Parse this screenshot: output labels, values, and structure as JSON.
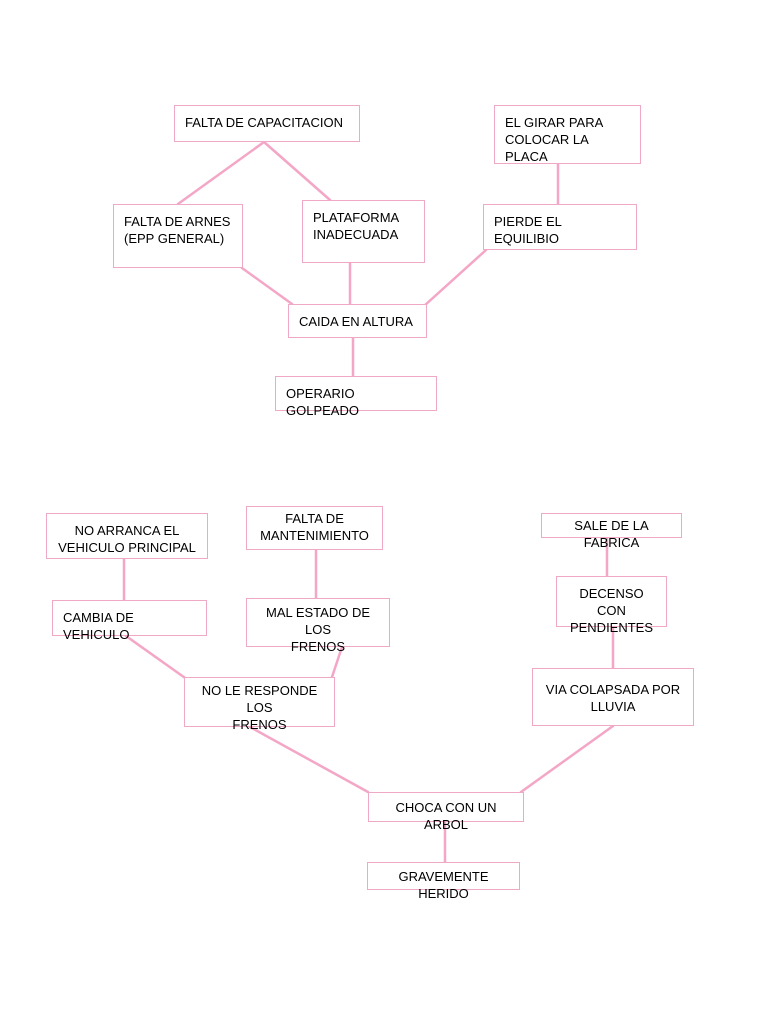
{
  "diagram1": {
    "nodes": {
      "falta_capacitacion": "FALTA DE CAPACITACION",
      "el_girar": "EL GIRAR PARA\nCOLOCAR LA PLACA",
      "falta_arnes": "FALTA DE ARNES\n(EPP GENERAL)",
      "plataforma": "PLATAFORMA\nINADECUADA",
      "pierde_equilibrio": "PIERDE EL EQUILIBIO",
      "caida_altura": "CAIDA EN ALTURA",
      "operario_golpeado": "OPERARIO GOLPEADO"
    }
  },
  "diagram2": {
    "nodes": {
      "no_arranca": "NO ARRANCA EL\nVEHICULO PRINCIPAL",
      "falta_mantenimiento": "FALTA DE\nMANTENIMIENTO",
      "sale_fabrica": "SALE DE LA FABRICA",
      "cambia_vehiculo": "CAMBIA DE VEHICULO",
      "mal_estado_frenos": "MAL ESTADO DE LOS\nFRENOS",
      "decenso_pendientes": "DECENSO CON\nPENDIENTES",
      "no_responde_frenos": "NO LE RESPONDE LOS\nFRENOS",
      "via_colapsada": "VIA COLAPSADA POR\nLLUVIA",
      "choca_arbol": "CHOCA CON UN ARBOL",
      "gravemente_herido": "GRAVEMENTE HERIDO"
    }
  },
  "colors": {
    "connector": "#f4a6c6",
    "box_border": "#f0a9c5",
    "text": "#000000",
    "background": "#ffffff"
  }
}
